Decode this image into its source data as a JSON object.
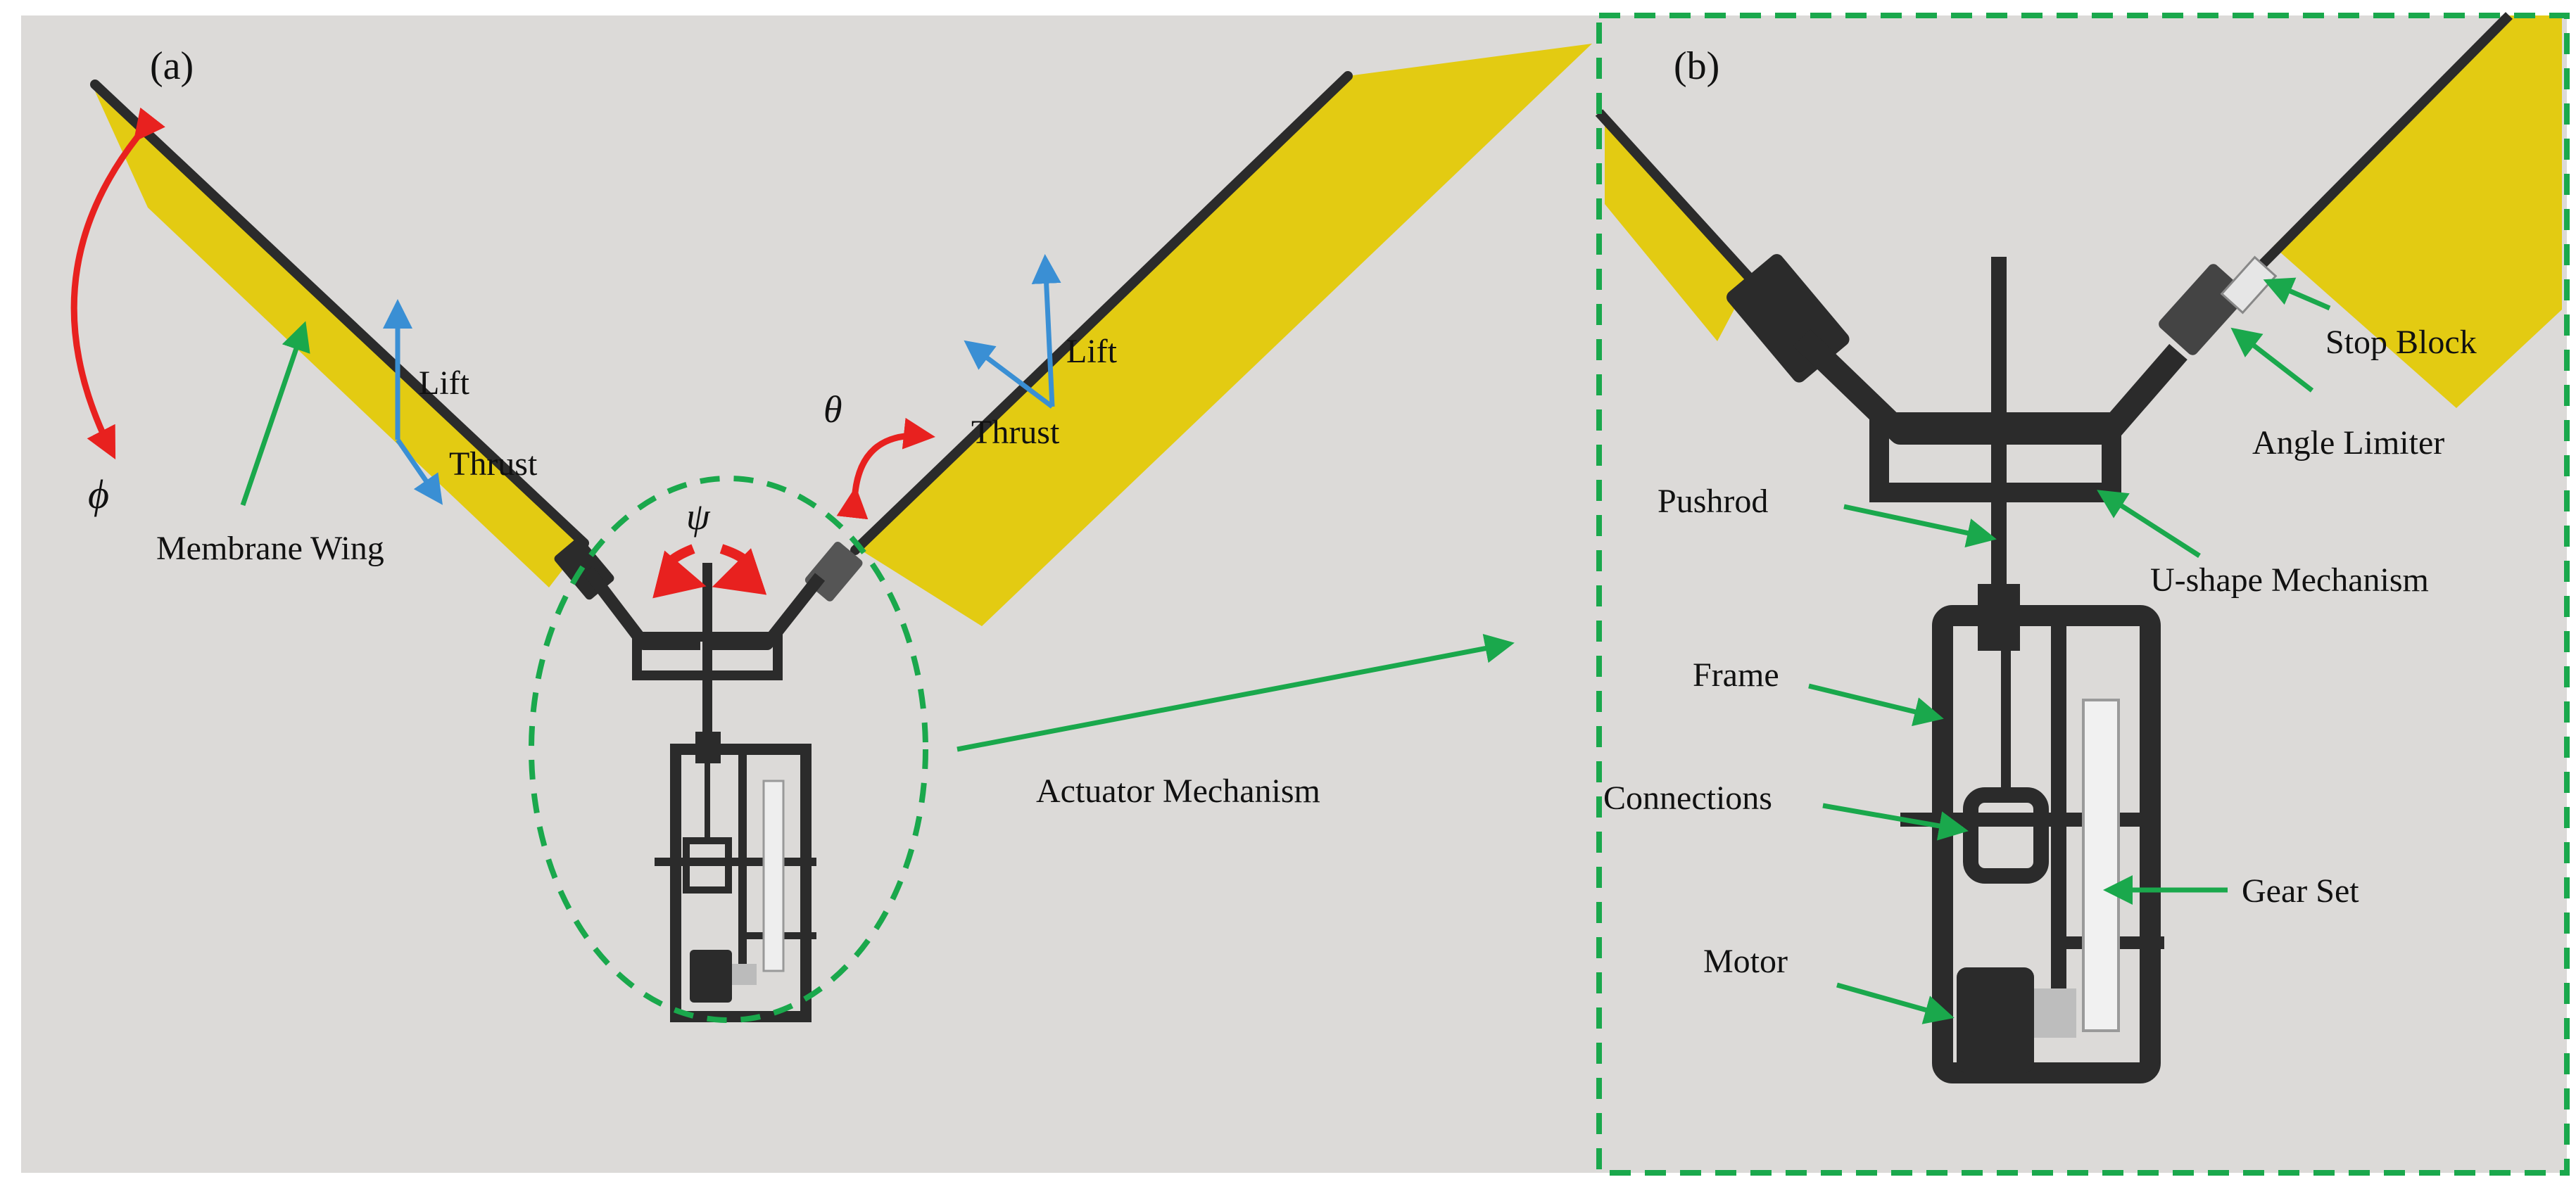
{
  "panels": {
    "a": {
      "label": "(a)",
      "symbols": {
        "phi": "ϕ",
        "theta": "θ",
        "psi": "ψ"
      },
      "labels": {
        "lift_left": "Lift",
        "thrust_left": "Thrust",
        "lift_right": "Lift",
        "thrust_right": "Thrust",
        "membrane_wing": "Membrane Wing",
        "actuator_mechanism": "Actuator Mechanism"
      }
    },
    "b": {
      "label": "(b)",
      "labels": {
        "stop_block": "Stop Block",
        "angle_limiter": "Angle Limiter",
        "pushrod": "Pushrod",
        "u_shape_mechanism": "U-shape Mechanism",
        "frame": "Frame",
        "connections": "Connections",
        "gear_set": "Gear Set",
        "motor": "Motor"
      }
    }
  },
  "colors": {
    "background": "#dcdad8",
    "wing": "#e3cb12",
    "mechanism": "#2b2b2b",
    "annotation_arrow": "#1aa84c",
    "rotation_arrow": "#e8211f",
    "force_arrow": "#3a8fd4",
    "dashed_outline": "#1aa84c"
  },
  "icons": {
    "rotation_arrow": "red-curved-arrow-icon",
    "force_arrow": "blue-arrow-icon",
    "pointer_arrow": "green-arrow-icon"
  }
}
